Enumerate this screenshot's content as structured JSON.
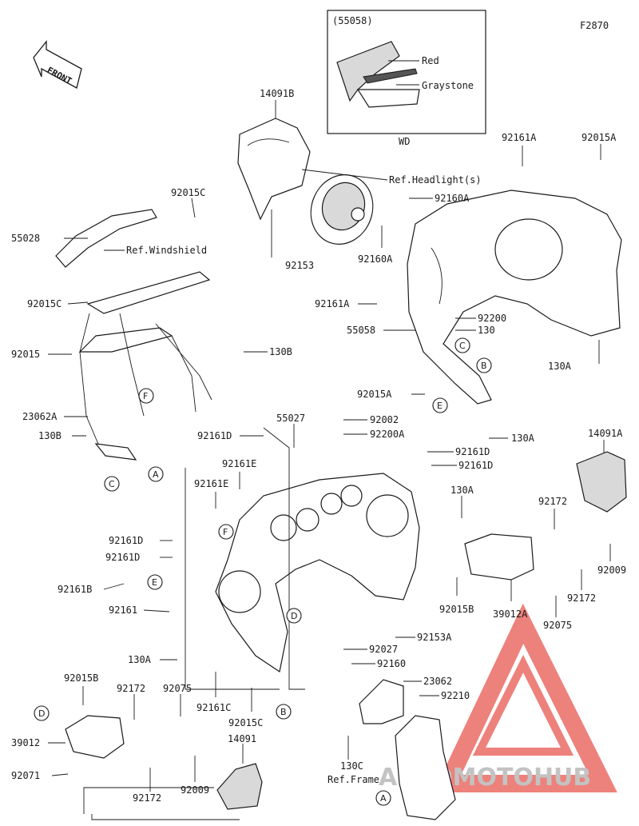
{
  "figure_code": "F2870",
  "front_label": "FRONT",
  "inset": {
    "part_number": "(55058)",
    "color_1": "Red",
    "color_2": "Graystone",
    "caption": "WD"
  },
  "labels": {
    "p14091B": "14091B",
    "ref_headlight": "Ref.Headlight(s)",
    "p92160A_1": "92160A",
    "p92160A_2": "92160A",
    "p92153": "92153",
    "p92161A_1": "92161A",
    "p92015A_1": "92015A",
    "p92015C_1": "92015C",
    "p55028": "55028",
    "ref_windshield": "Ref.Windshield",
    "p92015C_2": "92015C",
    "p92015": "92015",
    "p130B_1": "130B",
    "p23062A": "23062A",
    "p130B_2": "130B",
    "p92161D_1": "92161D",
    "p92161A_2": "92161A",
    "p92200": "92200",
    "p130_1": "130",
    "p55058": "55058",
    "p130A_1": "130A",
    "p92015A_2": "92015A",
    "p130A_2": "130A",
    "p55027": "55027",
    "p92002": "92002",
    "p92200A": "92200A",
    "p92161D_2": "92161D",
    "p92161D_3": "92161D",
    "p92161E_1": "92161E",
    "p92161E_2": "92161E",
    "p130A_3": "130A",
    "p14091A": "14091A",
    "p92172_1": "92172",
    "p92009_1": "92009",
    "p92161D_4": "92161D",
    "p92161D_5": "92161D",
    "p92161B": "92161B",
    "p92161": "92161",
    "p92015B_1": "92015B",
    "p39012A": "39012A",
    "p92172_2": "92172",
    "p92075_1": "92075",
    "p92153A": "92153A",
    "p130A_4": "130A",
    "p92027": "92027",
    "p92160": "92160",
    "p23062": "23062",
    "p92210": "92210",
    "p92015B_2": "92015B",
    "p92172_3": "92172",
    "p92075_2": "92075",
    "p92161C": "92161C",
    "p92015C_3": "92015C",
    "p39012": "39012",
    "p14091": "14091",
    "p92071": "92071",
    "p92172_4": "92172",
    "p92009_2": "92009",
    "p130C": "130C",
    "ref_frame": "Ref.Frame"
  },
  "callouts": {
    "A1": "A",
    "A2": "A",
    "B1": "B",
    "B2": "B",
    "C1": "C",
    "C2": "C",
    "D1": "D",
    "D2": "D",
    "E1": "E",
    "E2": "E",
    "F1": "F",
    "F2": "F"
  },
  "watermark": {
    "brand": "AUTOMOTOHUB",
    "color": "#e8584f"
  }
}
